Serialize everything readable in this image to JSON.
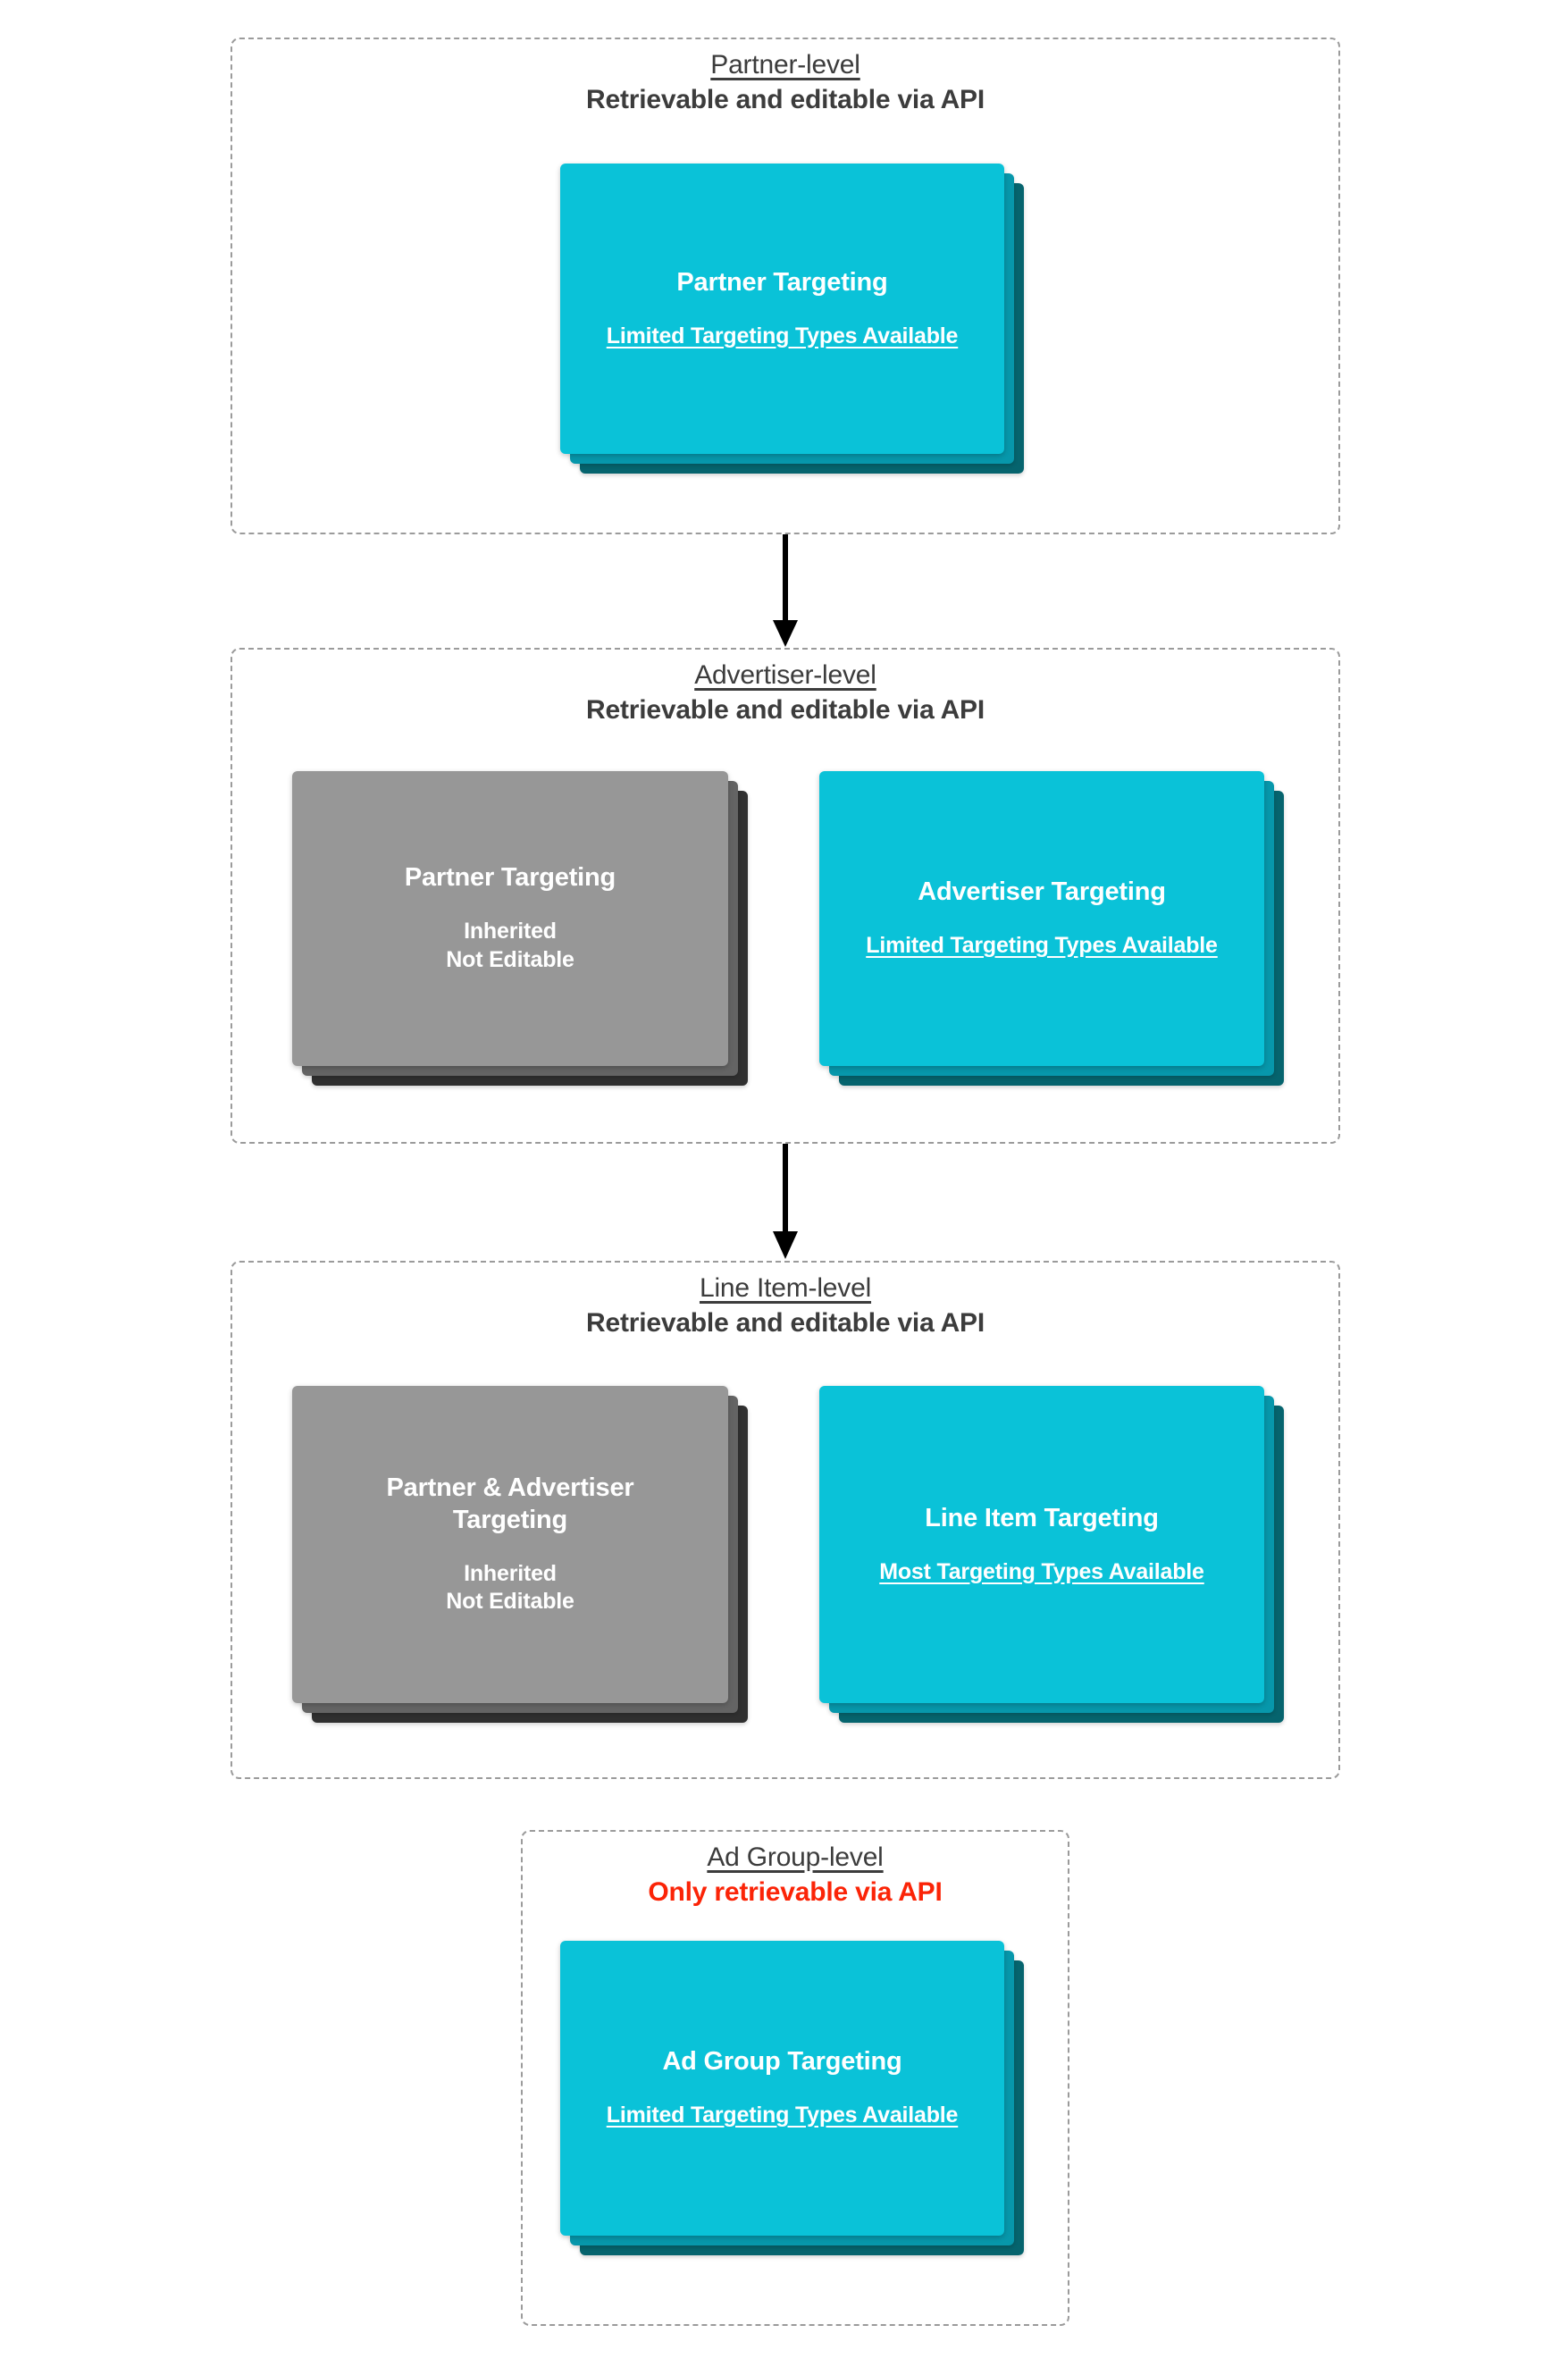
{
  "diagram": {
    "title": "Targeting inheritance hierarchy across API levels",
    "colors": {
      "card_front_cyan": "#0ac2d8",
      "card_mid_cyan": "#0797ab",
      "card_back_cyan": "#06646e",
      "card_front_gray": "#979797",
      "card_mid_gray": "#646464",
      "card_back_gray": "#303030",
      "text_dark": "#3c3c3c",
      "text_warning_red": "#fb2407",
      "container_border": "#9b9b9b",
      "arrow": "#000000",
      "card_text": "#ffffff"
    }
  },
  "levels": [
    {
      "id": "partner",
      "title": "Partner-level",
      "subtitle": "Retrievable and editable via API",
      "subtitle_style": "normal",
      "cards": [
        {
          "id": "partner-targeting",
          "palette": "cyan",
          "title": "Partner Targeting",
          "subtitle": "Limited Targeting Types Available",
          "subtitle_underlined": true
        }
      ]
    },
    {
      "id": "advertiser",
      "title": "Advertiser-level",
      "subtitle": "Retrievable and editable via API",
      "subtitle_style": "normal",
      "cards": [
        {
          "id": "advertiser-inherited-partner-targeting",
          "palette": "gray",
          "title": "Partner Targeting",
          "subtitle": "Inherited\nNot Editable",
          "subtitle_underlined": false
        },
        {
          "id": "advertiser-targeting",
          "palette": "cyan",
          "title": "Advertiser Targeting",
          "subtitle": "Limited Targeting Types Available",
          "subtitle_underlined": true
        }
      ]
    },
    {
      "id": "line-item",
      "title": "Line Item-level",
      "subtitle": "Retrievable and editable via API",
      "subtitle_style": "normal",
      "cards": [
        {
          "id": "line-item-inherited-targeting",
          "palette": "gray",
          "title": "Partner & Advertiser Targeting",
          "subtitle": "Inherited\nNot Editable",
          "subtitle_underlined": false
        },
        {
          "id": "line-item-targeting",
          "palette": "cyan",
          "title": "Line Item Targeting",
          "subtitle": "Most Targeting Types Available",
          "subtitle_underlined": true
        }
      ]
    },
    {
      "id": "ad-group",
      "title": "Ad Group-level",
      "subtitle": "Only retrievable via API",
      "subtitle_style": "red",
      "cards": [
        {
          "id": "ad-group-targeting",
          "palette": "cyan",
          "title": "Ad Group Targeting",
          "subtitle": "Limited Targeting Types Available",
          "subtitle_underlined": true
        }
      ]
    }
  ],
  "connectors": [
    {
      "id": "partner-to-advertiser",
      "from": "partner",
      "to": "advertiser",
      "direction": "down"
    },
    {
      "id": "advertiser-to-line-item",
      "from": "advertiser",
      "to": "line-item",
      "direction": "down"
    }
  ],
  "text": {
    "partner_level_title": "Partner-level",
    "partner_level_sub": "Retrievable and editable via API",
    "advertiser_level_title": "Advertiser-level",
    "advertiser_level_sub": "Retrievable and editable via API",
    "line_item_level_title": "Line Item-level",
    "line_item_level_sub": "Retrievable and editable via API",
    "ad_group_level_title": "Ad Group-level",
    "ad_group_level_sub": "Only retrievable via API",
    "partner_targeting": "Partner Targeting",
    "limited_types_1": "Limited Targeting Types Available",
    "inherited_not_editable_1_a": "Inherited",
    "inherited_not_editable_1_b": "Not Editable",
    "advertiser_targeting": "Advertiser Targeting",
    "limited_types_2": "Limited Targeting Types Available",
    "partner_advertiser_targeting": "Partner & Advertiser Targeting",
    "inherited_not_editable_2_a": "Inherited",
    "inherited_not_editable_2_b": "Not Editable",
    "line_item_targeting": "Line Item Targeting",
    "most_types": "Most Targeting Types Available",
    "ad_group_targeting": "Ad Group Targeting",
    "limited_types_3": "Limited Targeting Types Available"
  }
}
